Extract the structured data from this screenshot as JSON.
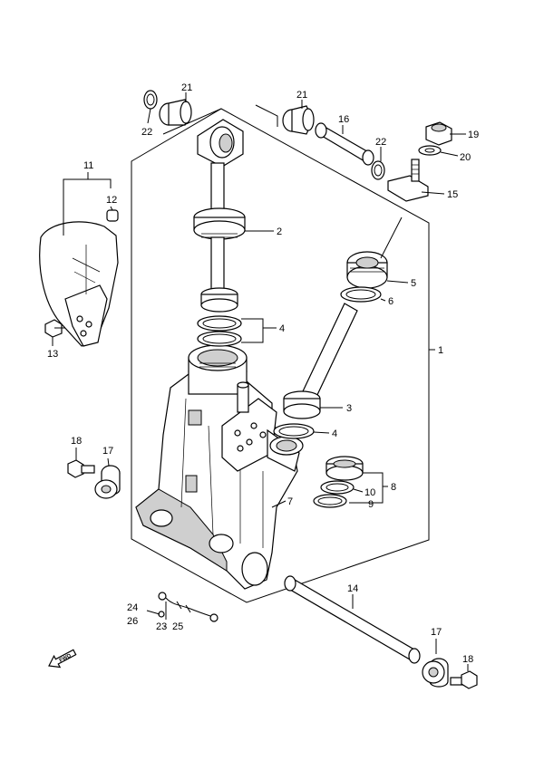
{
  "callouts": {
    "c1": "1",
    "c2": "2",
    "c3": "3",
    "c4a": "4",
    "c4b": "4",
    "c5": "5",
    "c6": "6",
    "c7": "7",
    "c8": "8",
    "c9": "9",
    "c10": "10",
    "c11": "11",
    "c12": "12",
    "c13": "13",
    "c14": "14",
    "c15": "15",
    "c16": "16",
    "c17a": "17",
    "c17b": "17",
    "c18a": "18",
    "c18b": "18",
    "c19": "19",
    "c20": "20",
    "c21a": "21",
    "c21b": "21",
    "c22a": "22",
    "c22b": "22",
    "c23": "23",
    "c24": "24",
    "c25": "25",
    "c26": "26"
  },
  "fwd_label": "FWD",
  "colors": {
    "line": "#000000",
    "shade": "#cfcfcf",
    "background": "#ffffff"
  }
}
